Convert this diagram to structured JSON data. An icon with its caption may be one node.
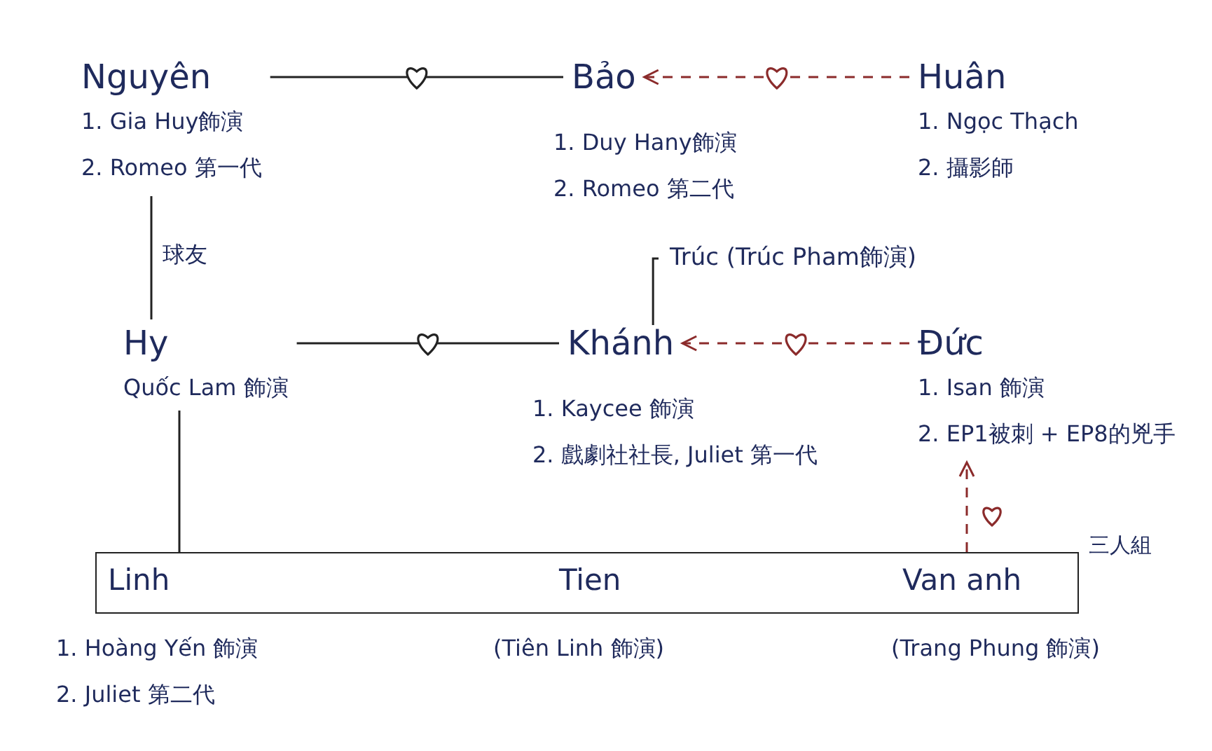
{
  "diagram": {
    "nodes": [
      {
        "text": [
          "Nguyên",
          "1. Gia Huy飾演",
          "2. Romeo 第一代"
        ]
      },
      {
        "text": [
          "Bảo"
        ],
        "beside": [
          "1. Duy Hany飾演",
          "2. Romeo 第二代"
        ]
      },
      {
        "text": [
          "Huân",
          "1. Ngọc Thạch",
          "2. 攝影師"
        ]
      },
      {
        "text": [
          "Trúc (Trúc Pham飾演)"
        ]
      },
      {
        "text": [
          "Hy",
          "Quốc Lam 飾演"
        ]
      },
      {
        "text": [
          "Khánh"
        ],
        "beside": [
          "1. Kaycee 飾演",
          "2. 戲劇社社長, Juliet 第一代"
        ]
      },
      {
        "text": [
          "Đức",
          "1. Isan 飾演",
          "2. EP1被刺 + EP8的兇手"
        ]
      },
      {
        "text": [
          "三人組"
        ]
      },
      {
        "text": [
          "Linh"
        ],
        "in": 7,
        "beside": [
          "1. Hoàng Yến 飾演",
          "2. Juliet 第二代"
        ]
      },
      {
        "text": [
          "Tien"
        ],
        "in": 7,
        "beside": [
          "(Tiên Linh 飾演)"
        ]
      },
      {
        "text": [
          "Van anh"
        ],
        "in": 7,
        "beside": [
          "(Trang Phung 飾演)"
        ]
      }
    ],
    "edges": [
      {
        "from": 0,
        "to": 1,
        "arrow": "none"
      },
      {
        "from": 2,
        "to": 1,
        "arrow": "to",
        "style": "dashed",
        "color": "#8b2b2b"
      },
      {
        "from": 0,
        "to": 4,
        "arrow": "none",
        "label": "球友"
      },
      {
        "from": 4,
        "to": 5,
        "arrow": "none"
      },
      {
        "from": 5,
        "to": 3,
        "arrow": "none"
      },
      {
        "from": 6,
        "to": 5,
        "arrow": "to",
        "style": "dashed",
        "color": "#8b2b2b"
      },
      {
        "from": 4,
        "to": 7,
        "arrow": "none"
      },
      {
        "from": 7,
        "to": 6,
        "arrow": "to",
        "style": "dashed",
        "color": "#8b2b2b"
      }
    ]
  }
}
